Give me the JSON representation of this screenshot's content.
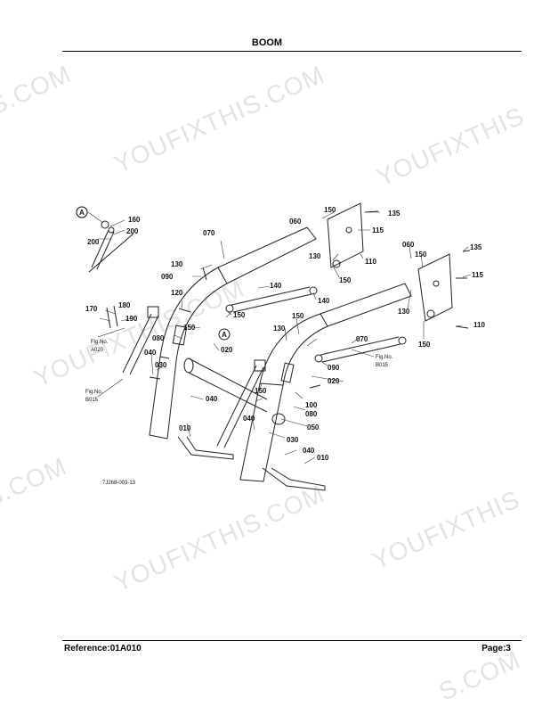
{
  "header": {
    "title": "BOOM"
  },
  "footer": {
    "reference": "Reference:01A010",
    "page": "Page:3"
  },
  "watermarks": [
    "S.COM",
    "YOUFIXTHIS.COM",
    "YOUFIXTHIS",
    "YOUFIXTHIS.COM",
    "S.COM",
    "YOUFIXTHIS",
    "YOUFIXTHIS.COM",
    "S.COM"
  ],
  "diagram": {
    "drawing_code": "7J268-003-13",
    "callout_A": "A",
    "fig_refs": [
      {
        "label": "Fig.No.",
        "code": "A020"
      },
      {
        "label": "Fig.No.",
        "code": "B015"
      },
      {
        "label": "Fig.No.",
        "code": "B015"
      }
    ],
    "part_labels": {
      "p160": "160",
      "p200a": "200",
      "p200b": "200",
      "p070a": "070",
      "p130a": "130",
      "p090a": "090",
      "p120": "120",
      "p170": "170",
      "p180": "180",
      "p190": "190",
      "p150a": "150",
      "p080a": "080",
      "p020a": "020",
      "p040a": "040",
      "p030a": "030",
      "p040b": "040",
      "p010a": "010",
      "p060a": "060",
      "p150b": "150",
      "p135a": "135",
      "p115a": "115",
      "p130b": "130",
      "p110a": "110",
      "p150c": "150",
      "p140a": "140",
      "p150d": "150",
      "p140b": "140",
      "p150e": "150",
      "p130c": "130",
      "p070b": "070",
      "p060b": "060",
      "p150f": "150",
      "p135b": "135",
      "p115b": "115",
      "p130d": "130",
      "p110b": "110",
      "p150g": "150",
      "p090b": "090",
      "p020b": "020",
      "p100": "100",
      "p080b": "080",
      "p050": "050",
      "p040c": "040",
      "p030b": "030",
      "p040d": "040",
      "p010b": "010",
      "p150h": "150"
    }
  }
}
